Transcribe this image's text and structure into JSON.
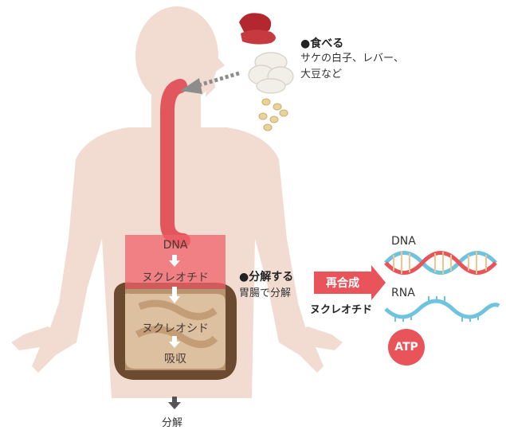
{
  "eat": {
    "title": "●食べる",
    "line1": "サケの白子、レバー、",
    "line2": "大豆など"
  },
  "body_steps": {
    "dna": "DNA",
    "nucleotide": "ヌクレオチド",
    "nucleoside": "ヌクレオシド",
    "absorb": "吸収"
  },
  "decompose": {
    "title": "●分解する",
    "body": "胃腸で分解"
  },
  "resynthesis": {
    "label": "再合成",
    "source": "ヌクレオチド"
  },
  "products": {
    "dna": "DNA",
    "rna": "RNA",
    "atp": "ATP"
  },
  "excretion": {
    "label": "分解"
  },
  "colors": {
    "body": "#f2dcd2",
    "esophagus": "#e2575e",
    "stomach_box": "#f0626a",
    "intestine_box": "#d4b48a",
    "arrow_red": "#e8545a",
    "dna_red": "#e8545a",
    "dna_blue": "#6ec3df",
    "dna_yellow": "#f4c58a"
  },
  "icons": [
    "liver-icon",
    "milt-icon",
    "soybean-icon",
    "dna-helix-icon",
    "rna-strand-icon"
  ]
}
